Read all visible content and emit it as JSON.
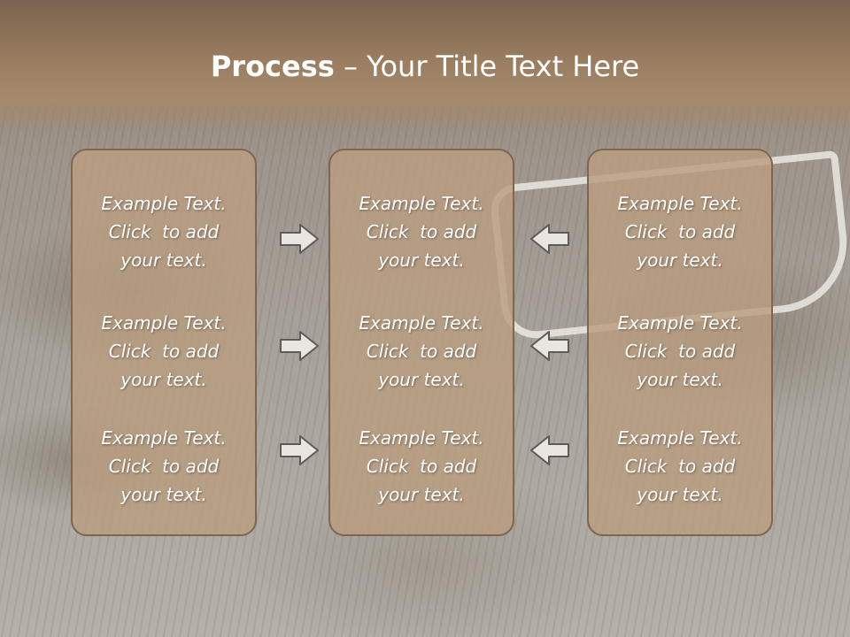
{
  "title": {
    "bold": "Process",
    "rest": " – Your Title Text Here"
  },
  "columns": [
    {
      "items": [
        {
          "line1": "Example Text.",
          "line2": "Click  to add",
          "line3": "your text."
        },
        {
          "line1": "Example Text.",
          "line2": "Click  to add",
          "line3": "your text."
        },
        {
          "line1": "Example Text.",
          "line2": "Click  to add",
          "line3": "your text."
        }
      ]
    },
    {
      "items": [
        {
          "line1": "Example Text.",
          "line2": "Click  to add",
          "line3": "your text."
        },
        {
          "line1": "Example Text.",
          "line2": "Click  to add",
          "line3": "your text."
        },
        {
          "line1": "Example Text.",
          "line2": "Click  to add",
          "line3": "your text."
        }
      ]
    },
    {
      "items": [
        {
          "line1": "Example Text.",
          "line2": "Click  to add",
          "line3": "your text."
        },
        {
          "line1": "Example Text.",
          "line2": "Click  to add",
          "line3": "your text."
        },
        {
          "line1": "Example Text.",
          "line2": "Click  to add",
          "line3": "your text."
        }
      ]
    }
  ],
  "arrows": {
    "left_group": "arrow-right-icon",
    "right_group": "arrow-left-icon",
    "fill": "#e9e6e1",
    "stroke": "#5f5a54"
  },
  "colors": {
    "header": "#9a7d60",
    "box_fill": "#ba9e80",
    "box_border": "#7d6652",
    "text": "#ffffff"
  }
}
